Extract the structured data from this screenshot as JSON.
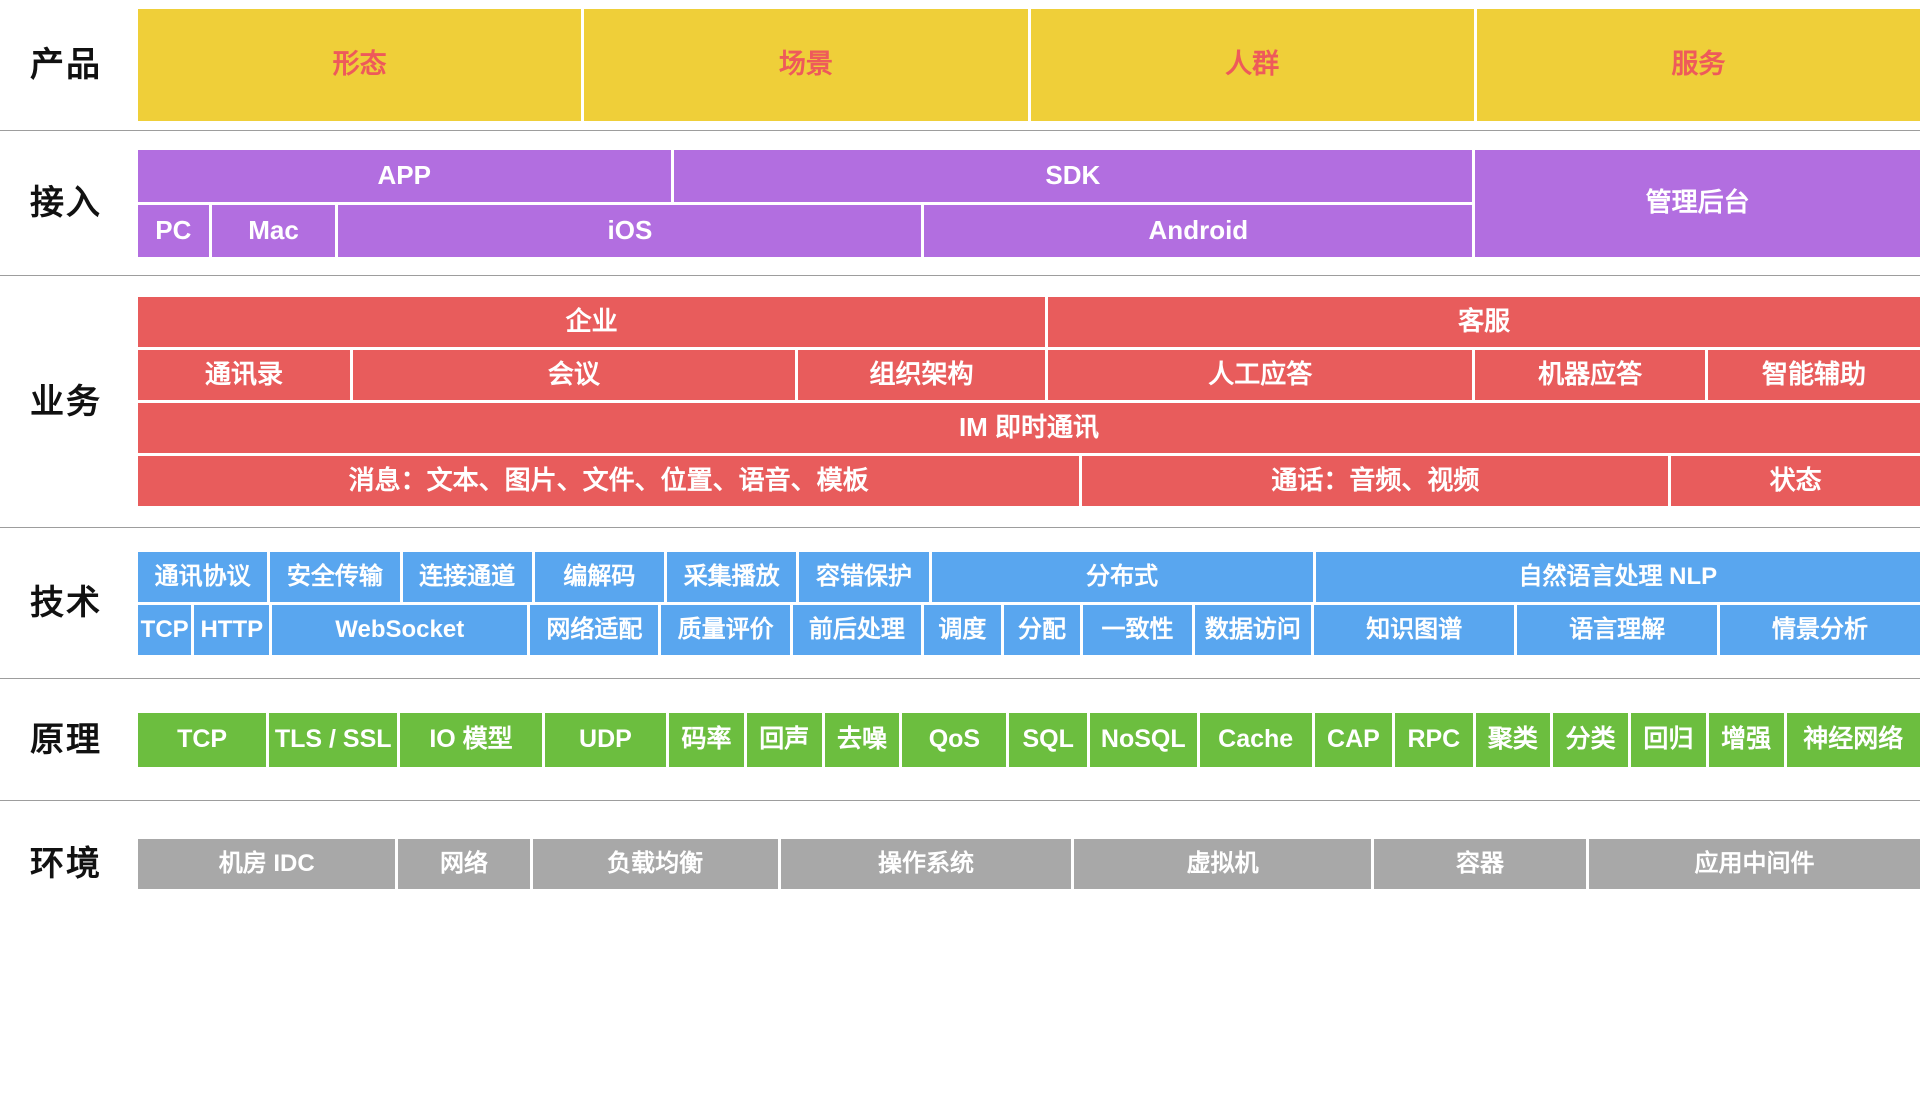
{
  "palette": {
    "product": "#efcf39",
    "product_text": "#ee5a5a",
    "access": "#b26ee0",
    "business": "#e85c5c",
    "technology": "#59a6ef",
    "principle": "#6cbe3f",
    "environment": "#a8a8a8",
    "rule": "#9d9d9d",
    "label_text": "#111111",
    "cell_text": "#ffffff"
  },
  "rows": {
    "product": {
      "label": "产品",
      "cells": [
        {
          "text": "形态",
          "flex": 1
        },
        {
          "text": "场景",
          "flex": 1
        },
        {
          "text": "人群",
          "flex": 1
        },
        {
          "text": "服务",
          "flex": 1
        }
      ]
    },
    "access": {
      "label": "接入",
      "top": [
        {
          "text": "APP",
          "flex": 30
        },
        {
          "text": "SDK",
          "flex": 45
        }
      ],
      "bottom": [
        {
          "text": "PC",
          "flex": 4
        },
        {
          "text": "Mac",
          "flex": 7
        },
        {
          "text": "iOS",
          "flex": 33
        },
        {
          "text": "Android",
          "flex": 31
        }
      ],
      "side": {
        "text": "管理后台",
        "flex": 25
      }
    },
    "business": {
      "label": "业务",
      "band1": [
        {
          "text": "企业",
          "flex": 51
        },
        {
          "text": "客服",
          "flex": 49
        }
      ],
      "band2": [
        {
          "text": "通讯录",
          "flex": 12
        },
        {
          "text": "会议",
          "flex": 25
        },
        {
          "text": "组织架构",
          "flex": 14
        },
        {
          "text": "人工应答",
          "flex": 24
        },
        {
          "text": "机器应答",
          "flex": 13
        },
        {
          "text": "智能辅助",
          "flex": 12
        }
      ],
      "band3": [
        {
          "text": "IM 即时通讯",
          "flex": 1
        }
      ],
      "band4": [
        {
          "text": "消息：文本、图片、文件、位置、语音、模板",
          "flex": 53
        },
        {
          "text": "通话：音频、视频",
          "flex": 33
        },
        {
          "text": "状态",
          "flex": 14
        }
      ]
    },
    "technology": {
      "label": "技术",
      "band1": [
        {
          "text": "通讯协议",
          "flex": 77
        },
        {
          "text": "安全传输",
          "flex": 77
        },
        {
          "text": "连接通道",
          "flex": 77
        },
        {
          "text": "编解码",
          "flex": 77
        },
        {
          "text": "采集播放",
          "flex": 77
        },
        {
          "text": "容错保护",
          "flex": 77
        },
        {
          "text": "分布式",
          "flex": 227
        },
        {
          "text": "自然语言处理 NLP",
          "flex": 360
        }
      ],
      "band2": [
        {
          "text": "TCP",
          "flex": 32
        },
        {
          "text": "HTTP",
          "flex": 45
        },
        {
          "text": "WebSocket",
          "flex": 153
        },
        {
          "text": "网络适配",
          "flex": 77
        },
        {
          "text": "质量评价",
          "flex": 77
        },
        {
          "text": "前后处理",
          "flex": 77
        },
        {
          "text": "调度",
          "flex": 46
        },
        {
          "text": "分配",
          "flex": 46
        },
        {
          "text": "一致性",
          "flex": 65
        },
        {
          "text": "数据访问",
          "flex": 70
        },
        {
          "text": "知识图谱",
          "flex": 120
        },
        {
          "text": "语言理解",
          "flex": 120
        },
        {
          "text": "情景分析",
          "flex": 120
        }
      ]
    },
    "principle": {
      "label": "原理",
      "cells": [
        {
          "text": "TCP",
          "flex": 96
        },
        {
          "text": "TLS / SSL",
          "flex": 96
        },
        {
          "text": "IO 模型",
          "flex": 106
        },
        {
          "text": "UDP",
          "flex": 91
        },
        {
          "text": "码率",
          "flex": 56
        },
        {
          "text": "回声",
          "flex": 56
        },
        {
          "text": "去噪",
          "flex": 56
        },
        {
          "text": "QoS",
          "flex": 78
        },
        {
          "text": "SQL",
          "flex": 58
        },
        {
          "text": "NoSQL",
          "flex": 80
        },
        {
          "text": "Cache",
          "flex": 84
        },
        {
          "text": "CAP",
          "flex": 58
        },
        {
          "text": "RPC",
          "flex": 58
        },
        {
          "text": "聚类",
          "flex": 56
        },
        {
          "text": "分类",
          "flex": 56
        },
        {
          "text": "回归",
          "flex": 56
        },
        {
          "text": "增强",
          "flex": 56
        },
        {
          "text": "神经网络",
          "flex": 100
        }
      ]
    },
    "environment": {
      "label": "环境",
      "cells": [
        {
          "text": "机房 IDC",
          "flex": 210
        },
        {
          "text": "网络",
          "flex": 107
        },
        {
          "text": "负载均衡",
          "flex": 200
        },
        {
          "text": "操作系统",
          "flex": 237
        },
        {
          "text": "虚拟机",
          "flex": 242
        },
        {
          "text": "容器",
          "flex": 173
        },
        {
          "text": "应用中间件",
          "flex": 270
        }
      ]
    }
  }
}
